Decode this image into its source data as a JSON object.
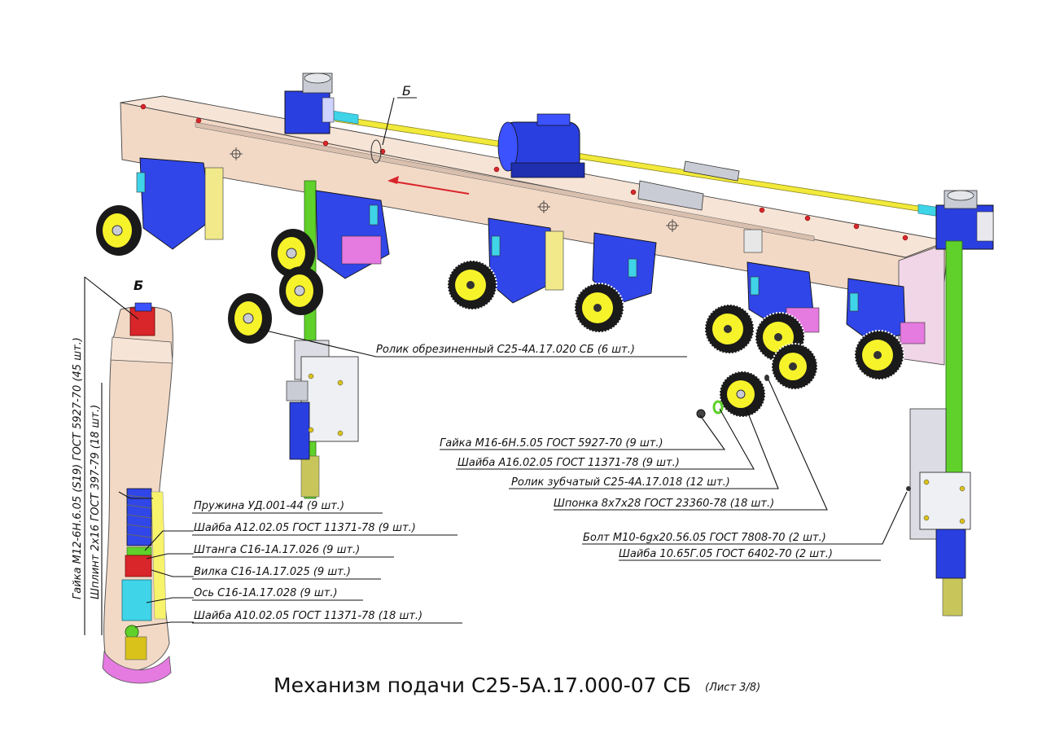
{
  "drawing": {
    "view_marker_main": "Б",
    "view_marker_detail": "Б",
    "title": "Механизм подачи С25-5А.17.000-07 СБ",
    "sheet": "(Лист 3/8)"
  },
  "callouts": {
    "roller_rubber": "Ролик обрезиненный С25-4А.17.020 СБ (6 шт.)",
    "nut_m16": "Гайка М16-6Н.5.05 ГОСТ 5927-70 (9 шт.)",
    "washer_a16": "Шайба А16.02.05 ГОСТ 11371-78 (9 шт.)",
    "roller_toothed": "Ролик зубчатый С25-4А.17.018 (12 шт.)",
    "key": "Шпонка 8х7х28 ГОСТ 23360-78 (18 шт.)",
    "bolt_m10": "Болт М10-6gх20.56.05 ГОСТ 7808-70 (2 шт.)",
    "washer_10": "Шайба 10.65Г.05 ГОСТ 6402-70 (2 шт.)",
    "spring": "Пружина УД.001-44 (9 шт.)",
    "washer_a12": "Шайба А12.02.05 ГОСТ 11371-78 (9 шт.)",
    "rod": "Штанга С16-1А.17.026 (9 шт.)",
    "fork": "Вилка С16-1А.17.025 (9 шт.)",
    "axle": "Ось С16-1А.17.028 (9 шт.)",
    "washer_a10": "Шайба А10.02.05 ГОСТ 11371-78 (18 шт.)",
    "nut_m12": "Гайка М12-6Н.6.05 (S19) ГОСТ 5927-70 (45 шт.)",
    "cotter_pin": "Шплинт 2х16 ГОСТ 397-79 (18 шт.)"
  },
  "colors": {
    "beam": "#f2d9c6",
    "motor_blue": "#2a3fe0",
    "shaft_yellow": "#f2ea3a",
    "column_green": "#5fd12a",
    "roller_yellow": "#f7f32a",
    "roller_black": "#1a1a1a",
    "nut_red": "#d9262b",
    "cyan": "#3fd4e8",
    "pink": "#e57ae0",
    "steel": "#c9ccd4"
  }
}
